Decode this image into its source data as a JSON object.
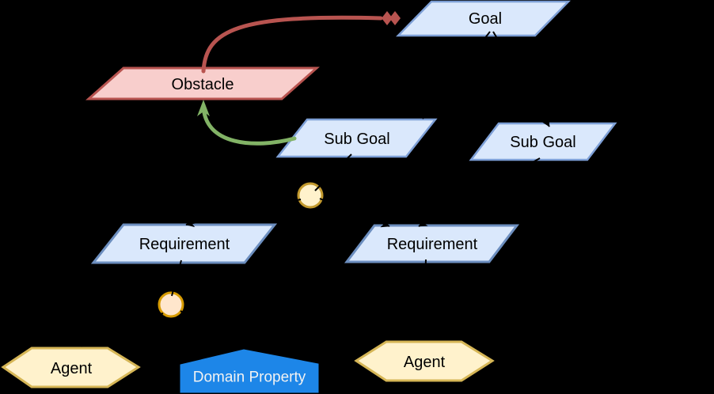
{
  "diagram": {
    "title": "KAOS goal model",
    "background": "#000000",
    "nodes": {
      "goal": {
        "label": "Goal",
        "shape": "parallelogram",
        "fill": "#DAE8FC",
        "stroke": "#7D9FD6"
      },
      "obstacle": {
        "label": "Obstacle",
        "shape": "parallelogram",
        "fill": "#F8CECC",
        "stroke": "#B85450"
      },
      "sub_goal_left": {
        "label": "Sub Goal",
        "shape": "parallelogram",
        "fill": "#DAE8FC",
        "stroke": "#7D9FD6"
      },
      "sub_goal_right": {
        "label": "Sub Goal",
        "shape": "parallelogram",
        "fill": "#DAE8FC",
        "stroke": "#7D9FD6"
      },
      "and_circle_upper": {
        "label": "",
        "shape": "circle",
        "fill": "#FFF2CC",
        "stroke": "#C2992D"
      },
      "requirement_left": {
        "label": "Requirement",
        "shape": "parallelogram",
        "fill": "#DAE8FC",
        "stroke": "#6C8EBF"
      },
      "requirement_right": {
        "label": "Requirement",
        "shape": "parallelogram",
        "fill": "#DAE8FC",
        "stroke": "#6C8EBF"
      },
      "and_circle_lower": {
        "label": "",
        "shape": "circle",
        "fill": "#FFE6CC",
        "stroke": "#D79B00"
      },
      "agent_left": {
        "label": "Agent",
        "shape": "hexagon",
        "fill": "#FFF2CC",
        "stroke": "#D6B656"
      },
      "domain_property": {
        "label": "Domain Property",
        "shape": "pentagon",
        "fill": "#1D86E8",
        "stroke": "#1D86E8",
        "text_color": "#F2F2F2"
      },
      "agent_right": {
        "label": "Agent",
        "shape": "hexagon",
        "fill": "#FFF2CC",
        "stroke": "#D6B656"
      }
    },
    "edges": {
      "refinement_color": "#000000",
      "obstruction": {
        "color": "#B85450",
        "end_style": "double-diamond",
        "from": "obstacle",
        "to": "goal"
      },
      "resolution": {
        "color": "#82B366",
        "end_style": "arrow",
        "from": "sub_goal_left",
        "to": "obstacle"
      }
    }
  }
}
